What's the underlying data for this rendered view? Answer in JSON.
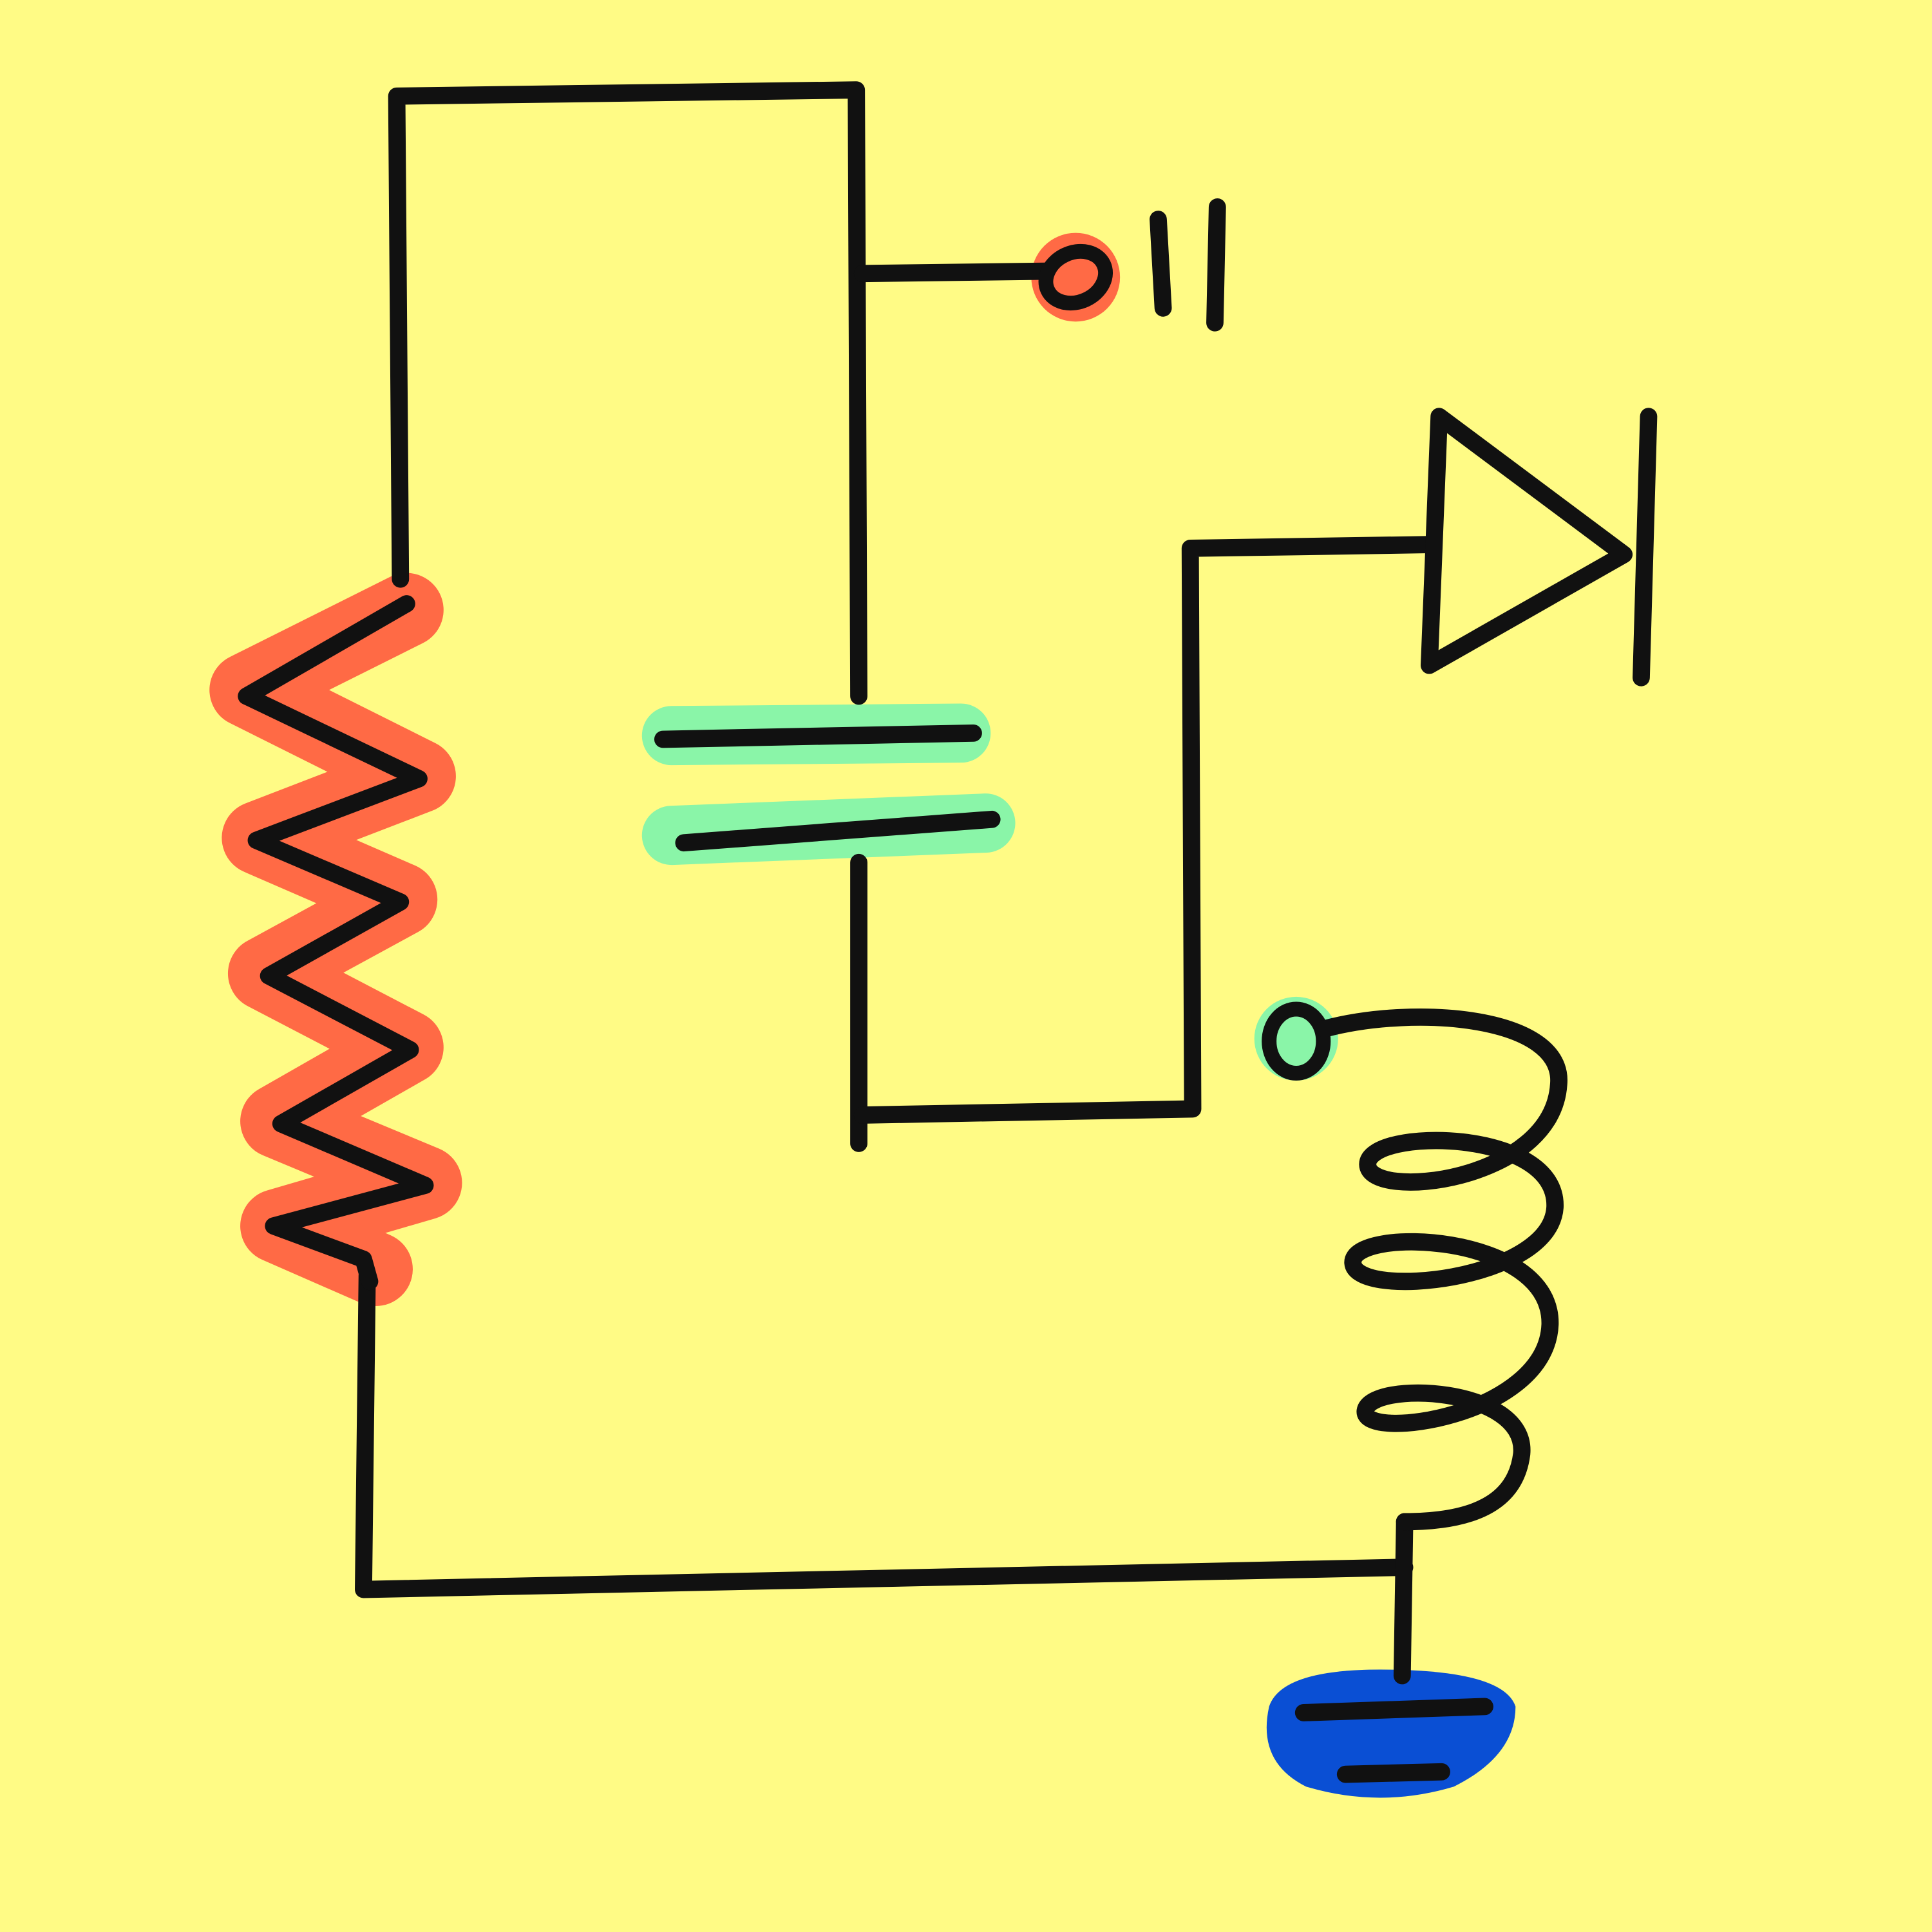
{
  "colors": {
    "background": "#fffb85",
    "ink": "#111111",
    "resistor_highlight": "#ff6a45",
    "capacitor_highlight": "#8af5a8",
    "terminal_top_highlight": "#ff6a45",
    "terminal_coil_highlight": "#8af5a8",
    "ground_highlight": "#0a4fd4"
  },
  "components": [
    "resistor",
    "capacitor",
    "terminal",
    "diode",
    "inductor",
    "ground"
  ]
}
